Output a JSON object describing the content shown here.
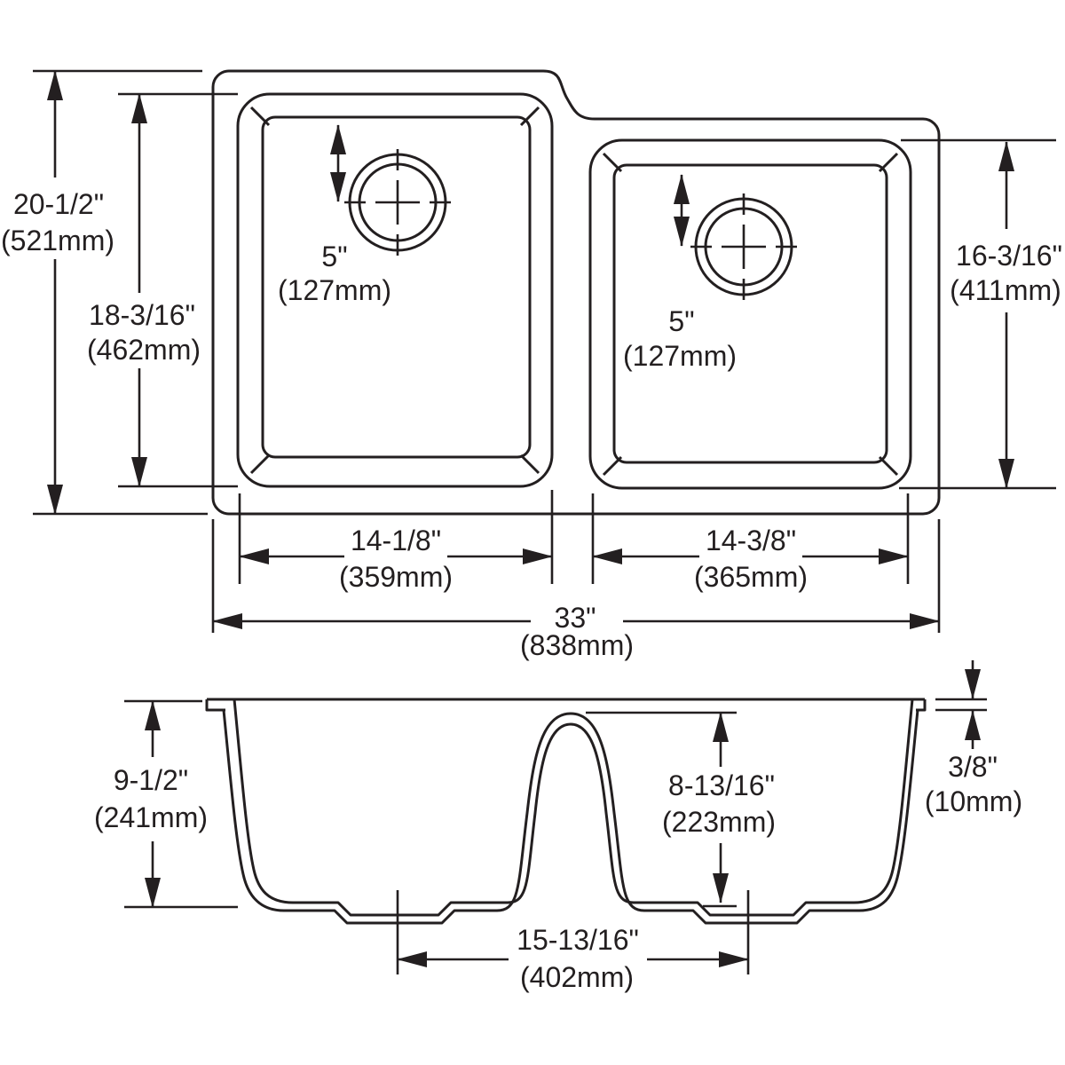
{
  "title": "double-bowl-undermount-sink-dimension-drawing",
  "colors": {
    "background": "#ffffff",
    "line": "#231f20"
  },
  "dimensions": {
    "overall_height": {
      "in": "20-1/2\"",
      "mm": "(521mm)"
    },
    "left_bowl_length": {
      "in": "18-3/16\"",
      "mm": "(462mm)"
    },
    "right_bowl_length": {
      "in": "16-3/16\"",
      "mm": "(411mm)"
    },
    "left_drain_offset": {
      "in": "5\"",
      "mm": "(127mm)"
    },
    "right_drain_offset": {
      "in": "5\"",
      "mm": "(127mm)"
    },
    "left_bowl_width": {
      "in": "14-1/8\"",
      "mm": "(359mm)"
    },
    "right_bowl_width": {
      "in": "14-3/8\"",
      "mm": "(365mm)"
    },
    "overall_width": {
      "in": "33\"",
      "mm": "(838mm)"
    },
    "left_bowl_depth": {
      "in": "9-1/2\"",
      "mm": "(241mm)"
    },
    "right_bowl_depth": {
      "in": "8-13/16\"",
      "mm": "(223mm)"
    },
    "rim_thickness": {
      "in": "3/8\"",
      "mm": "(10mm)"
    },
    "drain_spacing": {
      "in": "15-13/16\"",
      "mm": "(402mm)"
    }
  }
}
